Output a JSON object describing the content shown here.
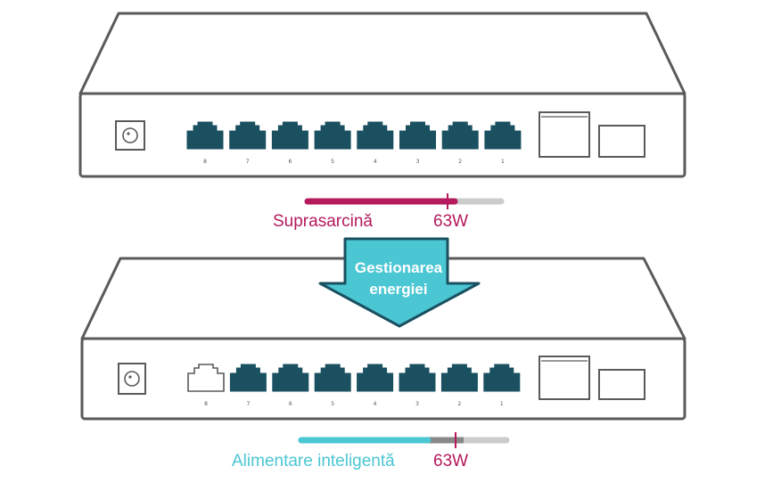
{
  "colors": {
    "outline": "#5a5a5a",
    "port_active": "#1a5060",
    "port_inactive": "#ffffff",
    "overload": "#b5195e",
    "smart": "#4bc6d3",
    "arrow_fill": "#4bc6d3",
    "arrow_border": "#1a5060",
    "bar_track": "#cccccc",
    "bar_mid": "#888888"
  },
  "top_switch": {
    "port_labels": [
      "8",
      "7",
      "6",
      "5",
      "4",
      "3",
      "2",
      "1"
    ],
    "port_states": [
      "active",
      "active",
      "active",
      "active",
      "active",
      "active",
      "active",
      "active"
    ]
  },
  "bottom_switch": {
    "port_labels": [
      "8",
      "7",
      "6",
      "5",
      "4",
      "3",
      "2",
      "1"
    ],
    "port_states": [
      "inactive",
      "active",
      "active",
      "active",
      "active",
      "active",
      "active",
      "active"
    ]
  },
  "top_power": {
    "label": "Suprasarcină",
    "limit_label": "63W",
    "fill_fraction": 0.76,
    "limit_fraction": 0.72
  },
  "arrow": {
    "line1": "Gestionarea",
    "line2": "energiei"
  },
  "bottom_power": {
    "label": "Alimentare inteligentă",
    "limit_label": "63W",
    "fill_fraction": 0.62,
    "gray_fraction": 0.2,
    "limit_fraction": 0.74
  },
  "icons": {
    "power": "power-jack-icon",
    "port": "ethernet-port-icon",
    "sfp": "sfp-slot-icon",
    "arrow": "down-arrow-icon"
  }
}
